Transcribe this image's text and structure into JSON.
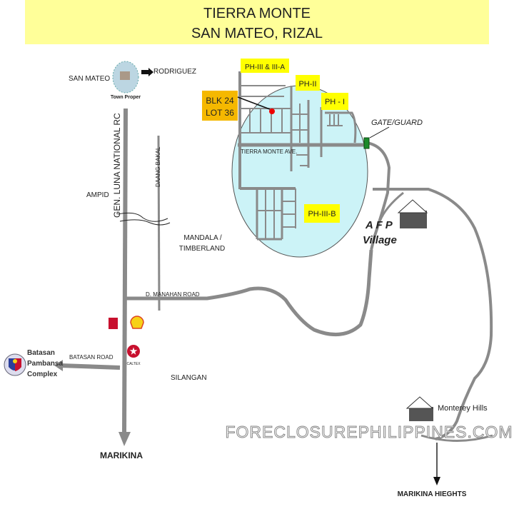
{
  "header": {
    "title_line1": "TIERRA MONTE",
    "title_line2": "SAN MATEO,  RIZAL",
    "bg_color": "#ffff99"
  },
  "places": {
    "san_mateo": "SAN MATEO",
    "rodriguez": "RODRIGUEZ",
    "town_proper": "Town Proper",
    "ampid": "AMPID",
    "mandala_line1": "MANDALA /",
    "mandala_line2": "TIMBERLAND",
    "silangan": "SILANGAN",
    "marikina": "MARIKINA",
    "marikina_heights": "MARIKINA HIEGHTS",
    "monterey_hills": "Monterey Hills",
    "afp_line1": "A F P",
    "afp_line2": "Village",
    "batasan_line1": "Batasan",
    "batasan_line2": "Pambansa",
    "batasan_line3": "Complex",
    "caltex": "CALTEX"
  },
  "roads": {
    "gen_luna": "GEN. LUNA NATIONAL RC",
    "daang_bakal": "DAANG BAKAL",
    "d_manahan": "D. MANAHAN ROAD",
    "batasan_road": "BATASAN ROAD",
    "tierra_monte_ave": "TIERRA MONTE AVE."
  },
  "subdivision": {
    "phases": [
      "PH-III & III-A",
      "PH-II",
      "PH - I",
      "PH-III-B"
    ],
    "lot_line1": "BLK  24",
    "lot_line2": "LOT  36",
    "gate": "GATE/GUARD",
    "circle_color": "#ccf3f7",
    "phase_label_color": "#ffff00",
    "lot_label_color": "#f5b800"
  },
  "watermark": "FORECLOSUREPHILIPPINES.COM"
}
